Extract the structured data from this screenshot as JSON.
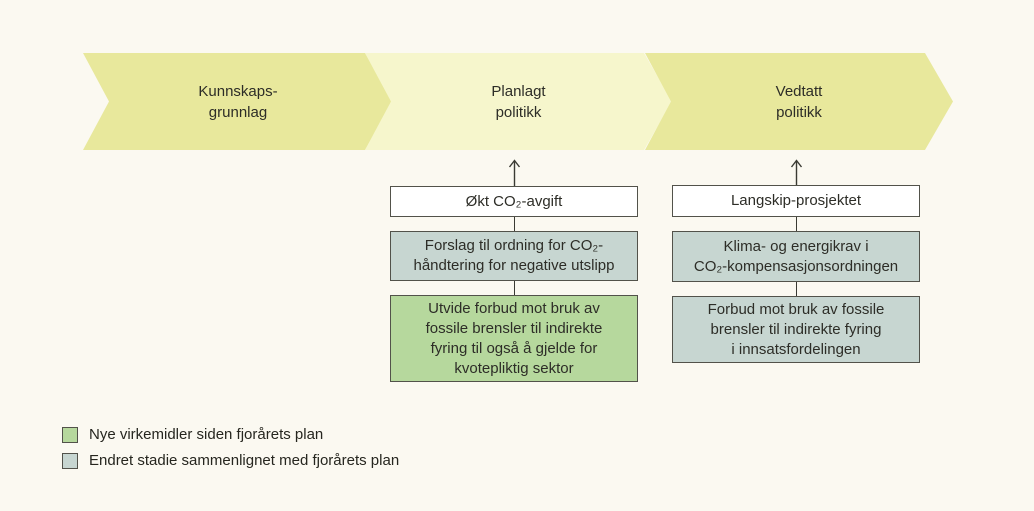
{
  "stages": [
    {
      "lines": [
        "Kunnskaps-",
        "grunnlag"
      ],
      "fill": "#e8e89c"
    },
    {
      "lines": [
        "Planlagt",
        "politikk"
      ],
      "fill": "#f6f6cc"
    },
    {
      "lines": [
        "Vedtatt",
        "politikk"
      ],
      "fill": "#e8e89c"
    }
  ],
  "columns": [
    {
      "boxes": [
        {
          "type": "white",
          "lines": [
            "Økt CO₂-avgift"
          ]
        },
        {
          "type": "changed",
          "lines": [
            "Forslag til ordning for CO₂-",
            "håndtering for negative utslipp"
          ]
        },
        {
          "type": "new",
          "lines": [
            "Utvide forbud mot bruk av",
            "fossile brensler til indirekte",
            "fyring til også å gjelde for",
            "kvotepliktig sektor"
          ]
        }
      ]
    },
    {
      "boxes": [
        {
          "type": "white",
          "lines": [
            "Langskip-prosjektet"
          ]
        },
        {
          "type": "changed",
          "lines": [
            "Klima- og energikrav i",
            "CO₂-kompensasjonsordningen"
          ]
        },
        {
          "type": "changed",
          "lines": [
            "Forbud mot bruk av fossile",
            "brensler til indirekte fyring",
            "i innsatsfordelingen"
          ]
        }
      ]
    }
  ],
  "legend": {
    "items": [
      {
        "label": "Nye virkemidler siden fjorårets plan",
        "color": "#b6d89d"
      },
      {
        "label": "Endret stadie sammenlignet med fjorårets plan",
        "color": "#c7d6d1"
      }
    ]
  },
  "colors": {
    "background": "#fbf9f1",
    "stage_strong": "#e8e89c",
    "stage_light": "#f6f6cc",
    "new_measure_fill": "#b6d89d",
    "changed_stage_fill": "#c7d6d1",
    "box_border": "#52524a",
    "connector": "#3a3a33",
    "text": "#2d2d27"
  }
}
